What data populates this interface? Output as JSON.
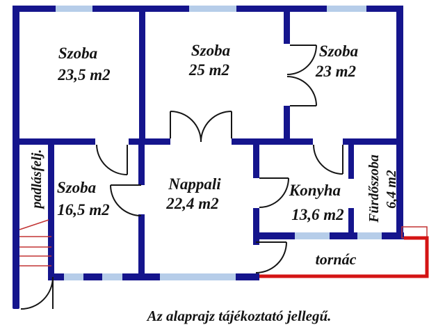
{
  "floorplan": {
    "rooms": [
      {
        "name": "Szoba",
        "area": "23,5 m2"
      },
      {
        "name": "Szoba",
        "area": "25 m2"
      },
      {
        "name": "Szoba",
        "area": "23 m2"
      },
      {
        "name": "Szoba",
        "area": "16,5 m2"
      },
      {
        "name": "Nappali",
        "area": "22,4 m2"
      },
      {
        "name": "Konyha",
        "area": "13,6 m2"
      },
      {
        "name": "Fürdőszoba",
        "area": "6,4 m2"
      }
    ],
    "porch_label": "tornác",
    "attic_stairs_label": "padlásfelj.",
    "caption": "Az alaprajz tájékoztató jellegű.",
    "colors": {
      "wall_navy": "#15158d",
      "window_blue": "#b6cde9",
      "porch_red": "#d41414",
      "stairs_red": "#c23434",
      "text": "#141414",
      "background": "#ffffff"
    }
  }
}
